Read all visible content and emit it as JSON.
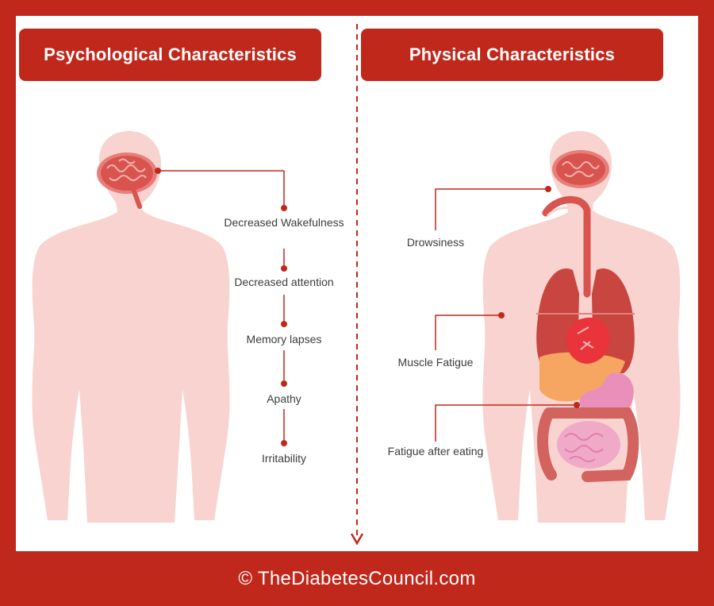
{
  "headers": {
    "left": "Psychological Characteristics",
    "right": "Physical Characteristics"
  },
  "psychological": [
    "Decreased Wakefulness",
    "Decreased attention",
    "Memory lapses",
    "Apathy",
    "Irritability"
  ],
  "physical": [
    "Drowsiness",
    "Muscle Fatigue",
    "Fatigue after eating"
  ],
  "footer": "© TheDiabetesCouncil.com",
  "colors": {
    "accent": "#c0281c",
    "body": "#f8d3cf",
    "brain": "#d9534f",
    "lungs": "#c9453f",
    "heart": "#e8343a",
    "liver": "#f6a661",
    "stomach": "#e98fb9",
    "intestine_large": "#d2635f",
    "intestine_small": "#f1a9c8"
  },
  "icons": [
    "human-silhouette-icon",
    "brain-icon",
    "lungs-icon",
    "heart-icon",
    "liver-icon",
    "stomach-icon",
    "intestines-icon",
    "arrow-down-icon"
  ]
}
